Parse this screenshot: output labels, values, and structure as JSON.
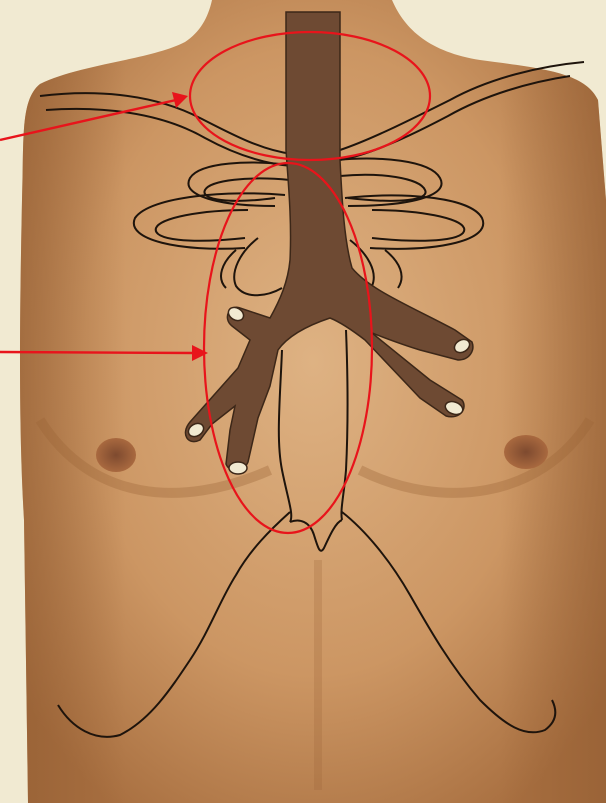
{
  "image": {
    "subject": "anterior-chest-trachea-bronchi-overlay",
    "colors": {
      "page_background": "#f1ead2",
      "skin_light": "#d9ab7a",
      "skin_mid": "#c48f5d",
      "skin_shadow": "#a06a3c",
      "airway_fill": "#6e4a33",
      "outline_stroke": "#1e140c",
      "nipple": "#8e5537",
      "annotation_red": "#e8141b"
    },
    "annotations": [
      {
        "name": "neck-region-ellipse",
        "shape": "ellipse"
      },
      {
        "name": "carina-region-ellipse",
        "shape": "ellipse"
      },
      {
        "name": "neck-pointer-arrow",
        "shape": "arrow"
      },
      {
        "name": "carina-pointer-arrow",
        "shape": "arrow"
      }
    ]
  }
}
